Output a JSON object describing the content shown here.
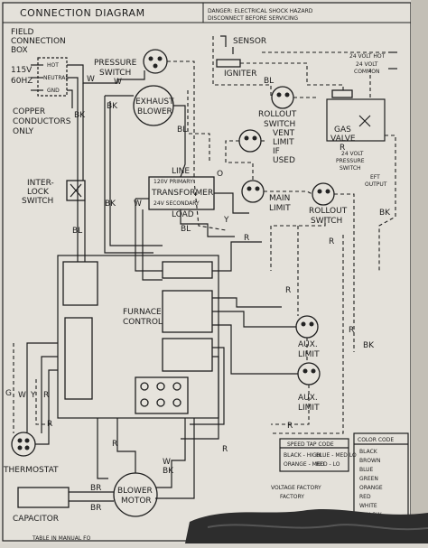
{
  "diagram": {
    "title": "CONNECTION DIAGRAM",
    "warning": {
      "line1": "DANGER: ELECTRICAL SHOCK HAZARD",
      "line2": "DISCONNECT BEFORE SERVICING"
    },
    "power": {
      "field_box_l1": "FIELD",
      "field_box_l2": "CONNECTION",
      "field_box_l3": "BOX",
      "voltage": "115V",
      "freq": "60HZ",
      "hot": "HOT",
      "neutral": "NEUTRAL",
      "gnd": "GND"
    },
    "copper": {
      "l1": "COPPER",
      "l2": "CONDUCTORS",
      "l3": "ONLY"
    },
    "interlock": {
      "l1": "INTER-",
      "l2": "LOCK",
      "l3": "SWITCH"
    },
    "components": {
      "pressure_switch_l1": "PRESSURE",
      "pressure_switch_l2": "SWITCH",
      "exhaust_blower_l1": "EXHAUST",
      "exhaust_blower_l2": "BLOWER",
      "sensor": "SENSOR",
      "igniter": "IGNITER",
      "rollout_switch_l1": "ROLLOUT",
      "rollout_switch_l2": "SWITCH",
      "vent_limit_l1": "VENT",
      "vent_limit_l2": "LIMIT",
      "vent_limit_l3": "IF",
      "vent_limit_l4": "USED",
      "gas_valve_l1": "GAS",
      "gas_valve_l2": "VALVE",
      "volt24_hot_l1": "24 VOLT HOT",
      "volt24_hot_l2": "24 VOLT",
      "volt24_hot_l3": "COMMON",
      "volt24_ps_l1": "24 VOLT",
      "volt24_ps_l2": "PRESSURE",
      "volt24_ps_l3": "SWITCH",
      "gv_output_l1": "EFT",
      "gv_output_l2": "OUTPUT",
      "line": "LINE",
      "transformer": "TRANSFORMER",
      "primary": "120V PRIMARY",
      "secondary": "24V SECONDARY",
      "load": "LOAD",
      "main_limit_l1": "MAIN",
      "main_limit_l2": "LIMIT",
      "rollout2_l1": "ROLLOUT",
      "rollout2_l2": "SWITCH",
      "furnace_control_l1": "FURNACE",
      "furnace_control_l2": "CONTROL",
      "aux_limit1_l1": "AUX.",
      "aux_limit1_l2": "LIMIT",
      "aux_limit2_l1": "AUX.",
      "aux_limit2_l2": "LIMIT",
      "thermostat": "THERMOSTAT",
      "capacitor": "CAPACITOR",
      "blower_motor_l1": "BLOWER",
      "blower_motor_l2": "MOTOR"
    },
    "wire_colors": {
      "w": "W",
      "bk": "BK",
      "bl": "BL",
      "r": "R",
      "y": "Y",
      "g": "G",
      "o": "O",
      "br": "BR"
    },
    "speed_tap": {
      "title": "SPEED TAP CODE",
      "black": "BLACK - HIGH",
      "blue": "BLUE - MED LO",
      "orange": "ORANGE - MED",
      "red": "RED - LO"
    },
    "factory": {
      "l1": "VOLTAGE FACTORY",
      "l2": "FACTORY"
    },
    "color_code": {
      "title": "COLOR CODE",
      "items": [
        "BLACK",
        "BROWN",
        "BLUE",
        "GREEN",
        "ORANGE",
        "RED",
        "WHITE",
        "YELLOW"
      ]
    },
    "footer": "TABLE IN MANUAL FO"
  }
}
